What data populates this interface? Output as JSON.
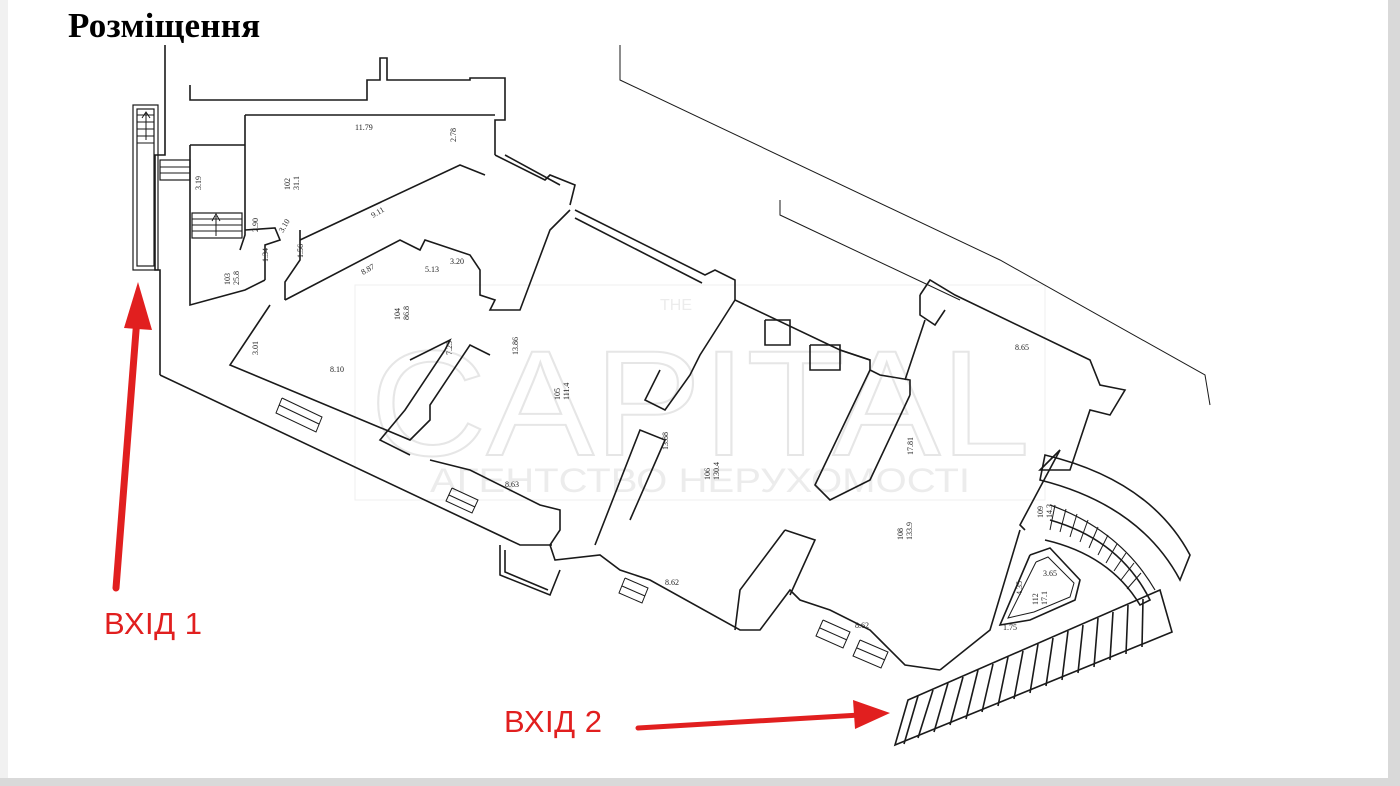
{
  "title": "Розміщення",
  "entrances": [
    {
      "id": "entrance-1",
      "label": "ВХІД 1"
    },
    {
      "id": "entrance-2",
      "label": "ВХІД 2"
    }
  ],
  "watermark": {
    "main": "CAPITAL",
    "sub": "АГЕНТСТВО НЕРУХОМОСТІ",
    "small": "THE"
  },
  "dimensions": {
    "d_11_79": "11.79",
    "d_2_78": "2.78",
    "d_3_19": "3.19",
    "d_9_11": "9.11",
    "d_2_90": "2.90",
    "d_3_10": "3.10",
    "d_1_56": "1.56",
    "d_1_34": "1.34",
    "d_8_87": "8.87",
    "d_3_20": "3.20",
    "d_5_13": "5.13",
    "d_3_01": "3.01",
    "d_8_10": "8.10",
    "d_7_23": "7.23",
    "d_13_86": "13.86",
    "d_8_63": "8.63",
    "d_13_88": "13.88",
    "d_8_62a": "8.62",
    "d_8_62b": "8.62",
    "d_17_81": "17.81",
    "d_8_65": "8.65",
    "d_3_65": "3.65",
    "d_4_35": "4.35",
    "d_1_75": "1.75"
  },
  "room_labels": {
    "r_102": "102",
    "r_102_area": "31.1",
    "r_103": "103",
    "r_103_area": "25.8",
    "r_104": "104",
    "r_104_area": "86.8",
    "r_105": "105",
    "r_105_area": "111.4",
    "r_106": "106",
    "r_106_area": "130.4",
    "r_108": "108",
    "r_108_area": "133.9",
    "r_109": "109",
    "r_109_area": "14.3",
    "r_110": "112",
    "r_110_area": "17.1"
  },
  "colors": {
    "arrow": "#e11f1f",
    "wall": "#1a1a1a",
    "watermark": "#e6e6e6"
  }
}
